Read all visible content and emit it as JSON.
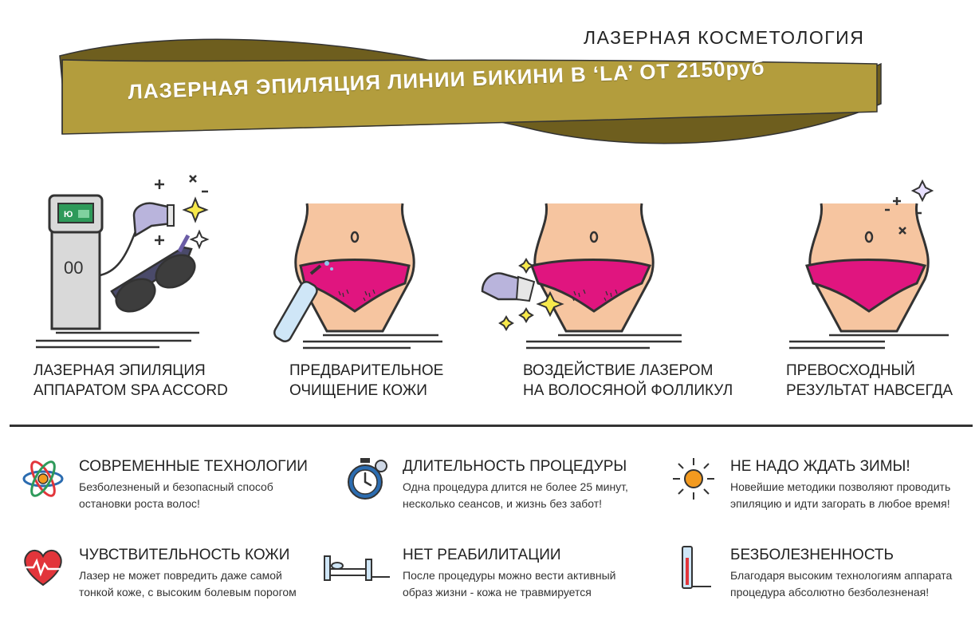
{
  "header": {
    "category_title": "ЛАЗЕРНАЯ КОСМЕТОЛОГИЯ",
    "banner": "ЛАЗЕРНАЯ ЭПИЛЯЦИЯ ЛИНИИ БИКИНИ В ‘LA’ ОТ 2150руб"
  },
  "device": {
    "screen_text": "Ю",
    "panel_text": "00"
  },
  "steps": [
    {
      "line1": "ЛАЗЕРНАЯ ЭПИЛЯЦИЯ",
      "line2": "АППАРАТОМ SPA ACCORD"
    },
    {
      "line1": "ПРЕДВАРИТЕЛЬНОЕ",
      "line2": "ОЧИЩЕНИЕ КОЖИ"
    },
    {
      "line1": "ВОЗДЕЙСТВИЕ ЛАЗЕРОМ",
      "line2": "НА ВОЛОСЯНОЙ ФОЛЛИКУЛ"
    },
    {
      "line1": "ПРЕВОСХОДНЫЙ",
      "line2": "РЕЗУЛЬТАТ НАВСЕГДА"
    }
  ],
  "features": [
    {
      "title": "СОВРЕМЕННЫЕ ТЕХНОЛОГИИ",
      "line1": "Безболезненый и безопасный способ",
      "line2": "остановки роста волос!"
    },
    {
      "title": "ДЛИТЕЛЬНОСТЬ ПРОЦЕДУРЫ",
      "line1": "Одна процедура длится не более 25 минут,",
      "line2": "несколько сеансов, и жизнь без забот!"
    },
    {
      "title": "НЕ НАДО ЖДАТЬ ЗИМЫ!",
      "line1": "Новейшие методики позволяют проводить",
      "line2": "эпиляцию и идти загорать в любое время!"
    },
    {
      "title": "ЧУВСТВИТЕЛЬНОСТЬ КОЖИ",
      "line1": "Лазер не может повредить даже самой",
      "line2": "тонкой коже, с высоким болевым порогом"
    },
    {
      "title": "НЕТ РЕАБИЛИТАЦИИ",
      "line1": "После процедуры можно вести активный",
      "line2": "образ жизни - кожа не травмируется"
    },
    {
      "title": "БЕЗБОЛЕЗНЕННОСТЬ",
      "line1": "Благодаря высоким технологиям аппарата",
      "line2": "процедура абсолютно безболезненая!"
    }
  ],
  "colors": {
    "ribbon_gold": "#b39d3d",
    "ribbon_dark": "#6e5e1e",
    "skin": "#f6c5a0",
    "underwear": "#e0157f",
    "outline": "#333333",
    "accent_blue": "#2b6cb0",
    "accent_orange": "#f39a1f",
    "accent_red": "#e2353b"
  }
}
